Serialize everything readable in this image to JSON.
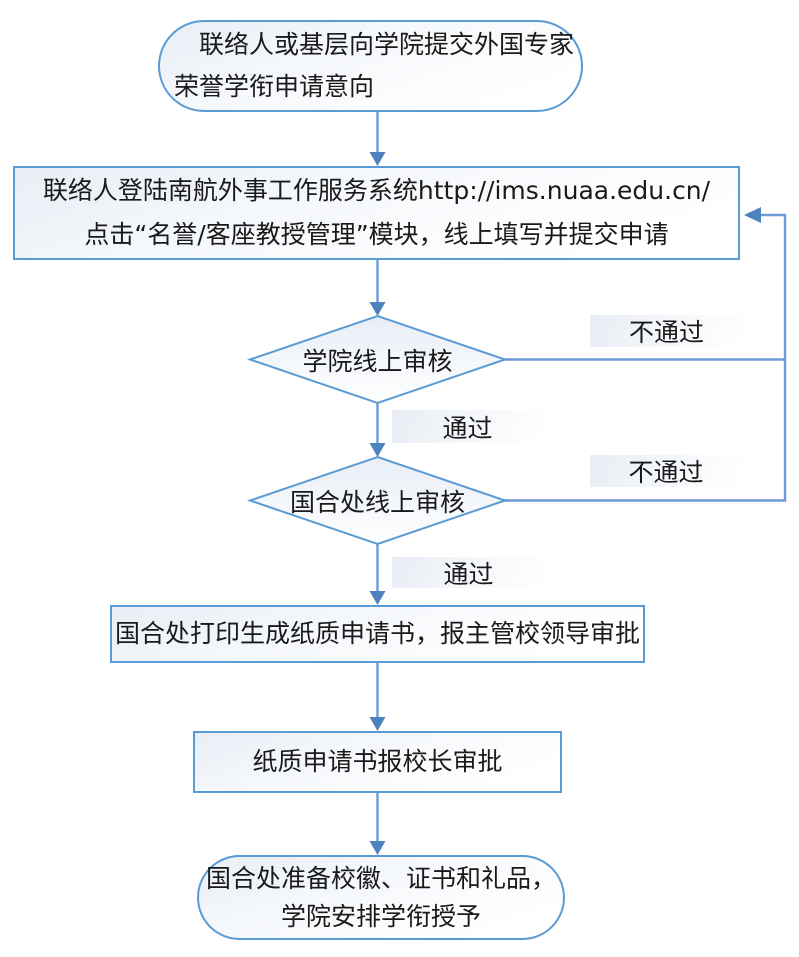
{
  "colors": {
    "shape_border": "#5b9bd5",
    "connector": "#6b9bd7",
    "arrowhead": "#4e82be",
    "fill_top": "#e9eef6",
    "fill_bottom": "#ffffff",
    "label_from": "#e8edf4",
    "label_to": "#ffffff",
    "text": "#1a1a1a",
    "canvas_bg": "#ffffff"
  },
  "nodes": {
    "start": {
      "line1": "联络人或基层向学院提交外国专家",
      "line2": "荣誉学衔申请意向"
    },
    "login": {
      "line1": "联络人登陆南航外事工作服务系统http://ims.nuaa.edu.cn/",
      "line2": "点击“名誉/客座教授管理”模块，线上填写并提交申请"
    },
    "college_review": {
      "label": "学院线上审核"
    },
    "gh_review": {
      "label": "国合处线上审核"
    },
    "print_approve": {
      "label": "国合处打印生成纸质申请书，报主管校领导审批"
    },
    "president_approve": {
      "label": "纸质申请书报校长审批"
    },
    "end": {
      "line1": "国合处准备校徽、证书和礼品，",
      "line2": "学院安排学衔授予"
    }
  },
  "edge_labels": {
    "college_fail": "不通过",
    "college_pass": "通过",
    "gh_fail": "不通过",
    "gh_pass": "通过"
  }
}
